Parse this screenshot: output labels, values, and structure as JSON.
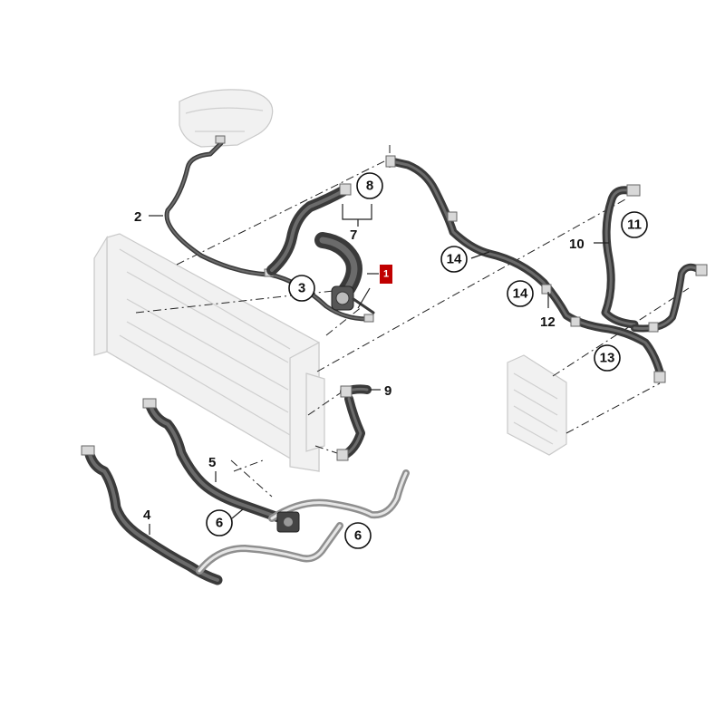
{
  "callouts": {
    "c1": "1",
    "c2": "2",
    "c3": "3",
    "c4": "4",
    "c5": "5",
    "c6a": "6",
    "c6b": "6",
    "c7": "7",
    "c8": "8",
    "c9": "9",
    "c10": "10",
    "c11": "11",
    "c12": "12",
    "c13": "13",
    "c14a": "14",
    "c14b": "14"
  },
  "colors": {
    "highlight": "#c00000",
    "hose": "#3a3a3a",
    "ghost_part": "#f1f1f1"
  }
}
